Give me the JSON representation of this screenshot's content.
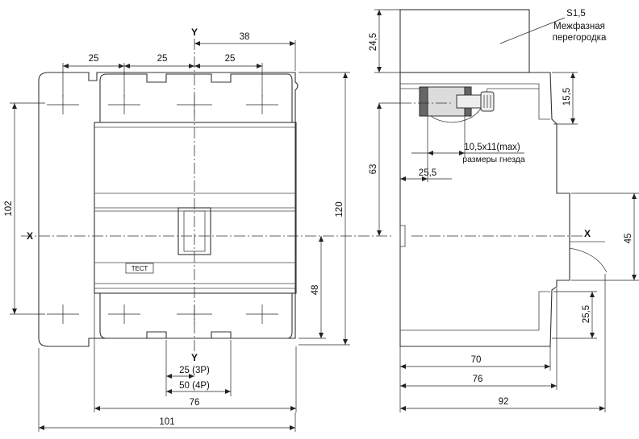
{
  "front_view": {
    "axis_y_top": "Y",
    "axis_y_bottom": "Y",
    "axis_x": "X",
    "pitch_1": "25",
    "pitch_2": "25",
    "pitch_3": "25",
    "offset_top": "38",
    "height_left": "102",
    "height_right": "120",
    "axis_to_bottom": "48",
    "handle_3p": "25 (3P)",
    "handle_4p": "50 (4P)",
    "width_body": "76",
    "width_total": "101",
    "test_label": "ТЕСТ"
  },
  "side_view": {
    "partition_material": "S1,5",
    "partition_name_1": "Межфазная",
    "partition_name_2": "перегородка",
    "partition_height": "24,5",
    "terminal_height": "15,5",
    "axis_to_terminal": "63",
    "socket_size": "10,5x11(max)",
    "socket_caption": "размеры гнезда",
    "terminal_depth": "25,5",
    "axis_x": "X",
    "handle_height": "45",
    "lower_offset": "25,5",
    "depth_1": "70",
    "depth_2": "76",
    "depth_total": "92"
  }
}
